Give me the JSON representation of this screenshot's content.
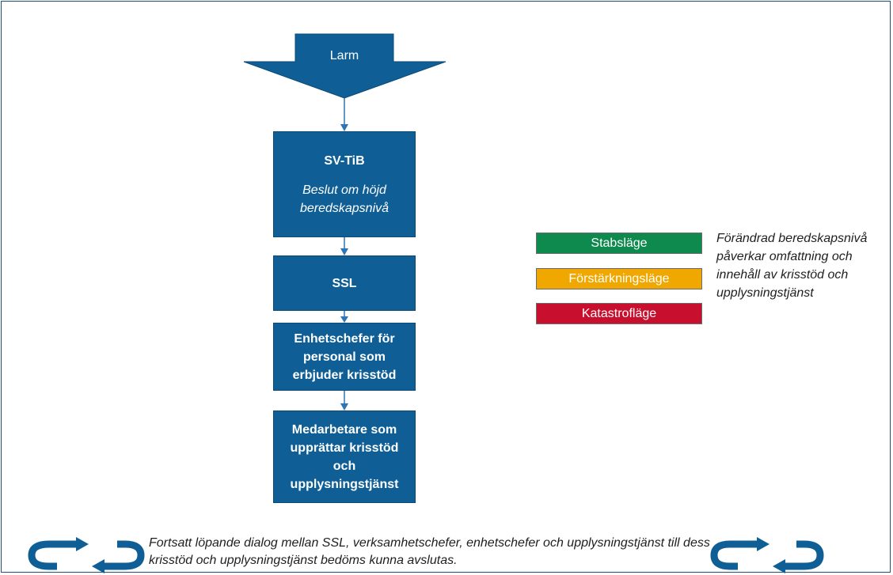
{
  "flow": {
    "larm": "Larm",
    "svtib_title": "SV-TiB",
    "svtib_sub": "Beslut om höjd beredskapsnivå",
    "ssl": "SSL",
    "enhetschefer": "Enhetschefer för personal som erbjuder krisstöd",
    "medarbetare": "Medarbetare som upprättar krisstöd och upplysningstjänst"
  },
  "levels": [
    {
      "label": "Stabsläge",
      "color": "#0f8a4f"
    },
    {
      "label": "Förstärkningsläge",
      "color": "#f0a800"
    },
    {
      "label": "Katastrofläge",
      "color": "#c8102e"
    }
  ],
  "note": "Förändrad beredskapsnivå påverkar omfattning och innehåll av krisstöd och upplysningstjänst",
  "footer": "Fortsatt löpande dialog mellan SSL, verksamhetschefer, enhetschefer och upplysningstjänst till dess krisstöd och upplysningstjänst bedöms kunna avslutas.",
  "colors": {
    "box": "#0f5f96",
    "arrow": "#2e75b6"
  },
  "icons": [
    "cycle-arrows-icon",
    "cycle-arrows-icon"
  ]
}
